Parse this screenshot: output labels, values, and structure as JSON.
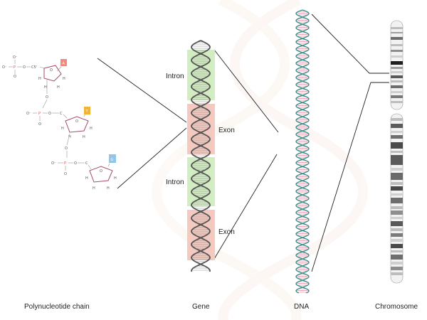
{
  "labels": {
    "polynucleotide": "Polynucleotide chain",
    "gene": "Gene",
    "dna": "DNA",
    "chromosome": "Chromosome"
  },
  "gene_segments": [
    "Intron",
    "Exon",
    "Intron",
    "Exon"
  ],
  "bases": [
    "A",
    "T",
    "G"
  ],
  "atoms": {
    "phosphate": "P",
    "oxygen": "O",
    "oxygen_anion": "O⁻",
    "carbon": "C",
    "carbon_5prime": "C5'",
    "hydrogen": "H"
  },
  "colors": {
    "intron": "#d2edc2",
    "exon": "#f4c9bf",
    "base_A": "#f08a7c",
    "base_T": "#f2b233",
    "base_G": "#8fc6ea",
    "dna_backbone": "#3b8f8c",
    "dna_rungs": "#e9a7b4",
    "gene_helix": "#555555",
    "chromosome_band": "#5a5a5a",
    "sugar_ring": "#a34d66"
  }
}
